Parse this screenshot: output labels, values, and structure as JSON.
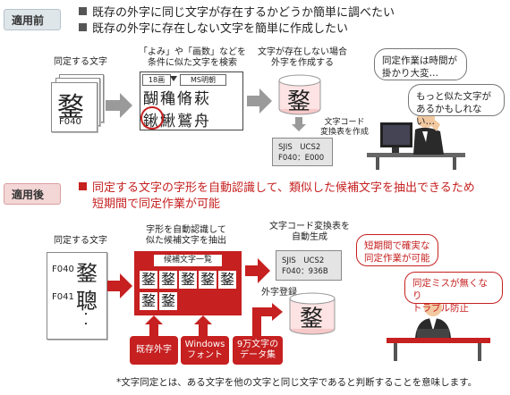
{
  "before": {
    "tag": "適用前",
    "bullets": [
      "既存の外字に同じ文字が存在するかどうか簡単に調べたい",
      "既存の外字に存在しない文字を簡単に作成したい"
    ],
    "label_target": "同定する文字",
    "target_char": "鍪",
    "target_code": "F040",
    "label_search": "「よみ」や「画数」などを\n条件に似た文字を検索",
    "search_header": {
      "strokes": "18画",
      "font": "MS明朝"
    },
    "search_chars": [
      "醐",
      "穐",
      "脩",
      "萩",
      "鍬",
      "鰍",
      "鷲",
      "舟"
    ],
    "label_create": "文字が存在しない場合\n外字を作成する",
    "created_char": "鍪",
    "label_table": "文字コード\n変換表を作成",
    "code_table": {
      "line1": "SJIS　UCS2",
      "line2": "F040：E000"
    },
    "bubble1": "同定作業は時間が\n掛かり大変…",
    "bubble2": "もっと似た文字が\nあるかもしれない…"
  },
  "after": {
    "tag": "適用後",
    "bullets": [
      "同定する文字の字形を自動認識して、類似した候補文字を抽出できるため",
      "短期間で同定作業が可能"
    ],
    "label_target": "同定する文字",
    "target_rows": [
      {
        "code": "F040",
        "char": "鍪"
      },
      {
        "code": "F041",
        "char": "聰"
      }
    ],
    "dots": "・\n・",
    "label_recognize": "字形を自動認識して\n似た候補文字を抽出",
    "candidate_title": "候補文字一覧",
    "candidate_chars": [
      "鍪",
      "鍪",
      "鍪",
      "鍪",
      "鍪",
      "鍪",
      "鍪"
    ],
    "label_generate": "文字コード変換表を\n自動生成",
    "code_table": {
      "line1": "SJIS　UCS2",
      "line2": "F040：936B"
    },
    "register_label": "外字登録",
    "registered_char": "鍪",
    "sources": [
      "既存外字",
      "Windows\nフォント",
      "9万文字の\nデータ集"
    ],
    "bubble1": "短期間で確実な\n同定作業が可能",
    "bubble2": "同定ミスが無くなり\nトラブル防止"
  },
  "footnote": "*文字同定とは、ある文字を他の文字と同じ文字であると判断することを意味します。",
  "colors": {
    "red": "#c62020",
    "gray": "#555555"
  }
}
